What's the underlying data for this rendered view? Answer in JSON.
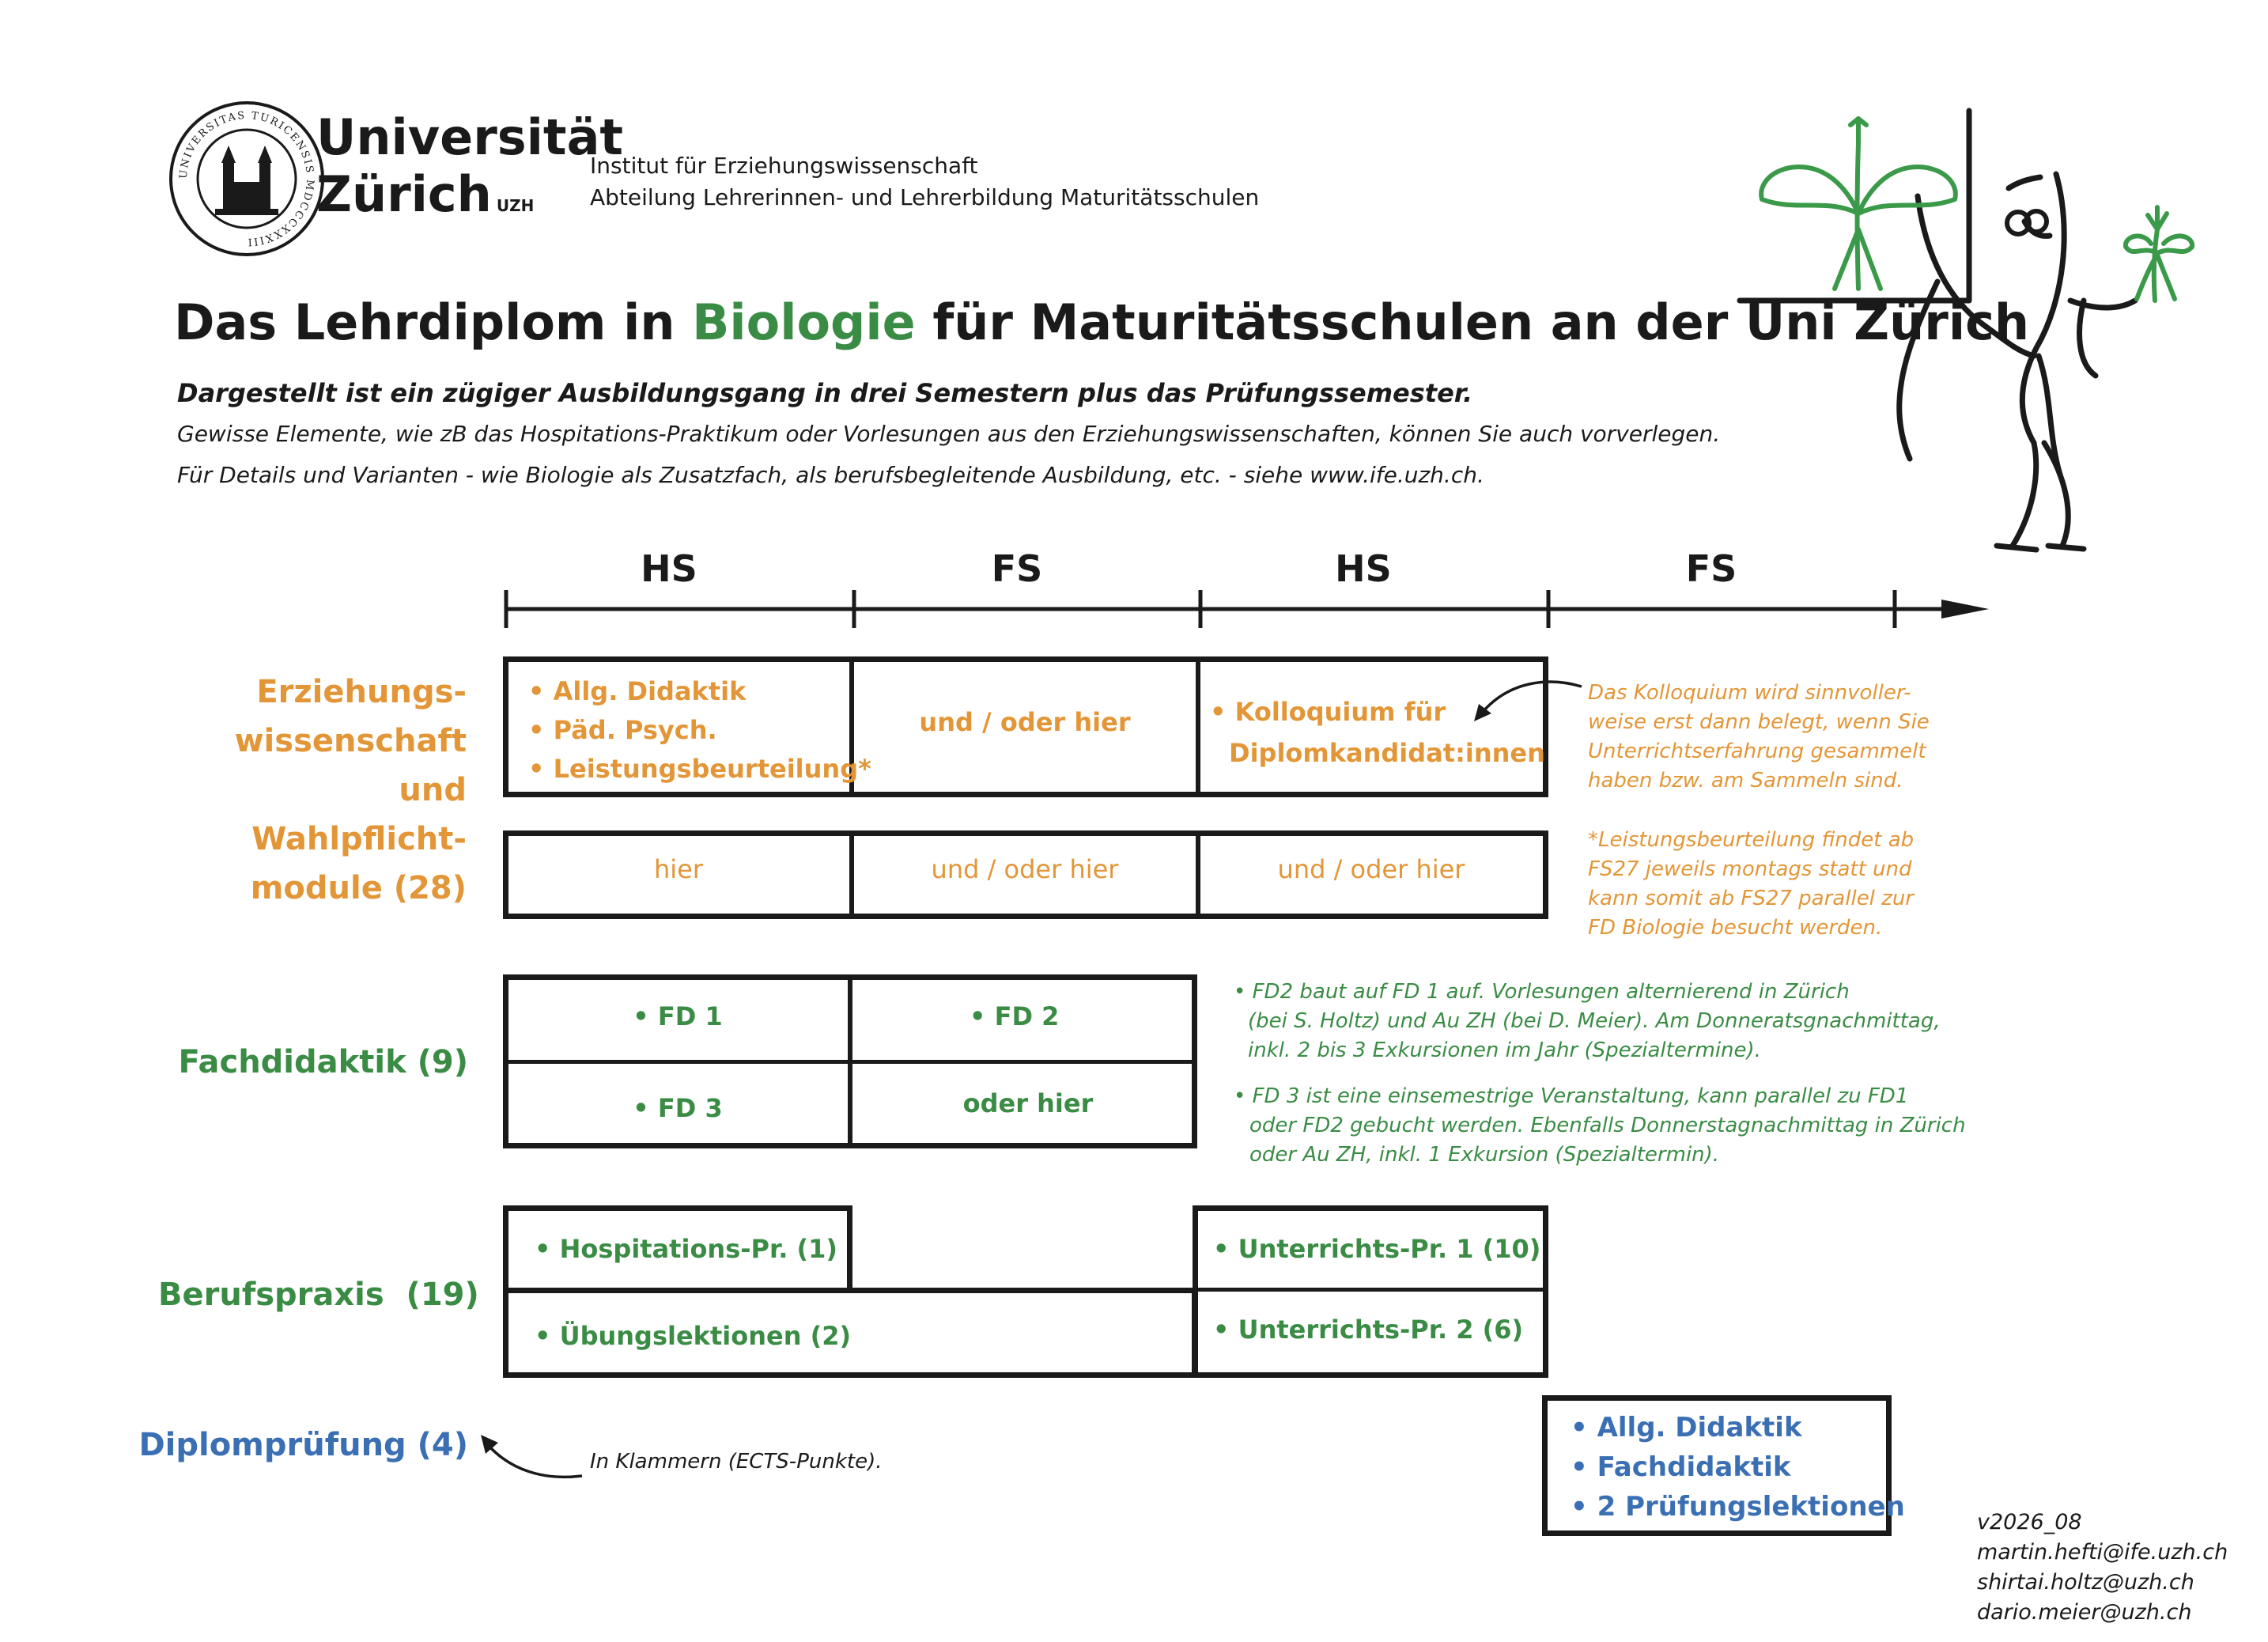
{
  "university": {
    "name_line1": "Universität",
    "name_line2": "Zürich",
    "sup": "UZH"
  },
  "seal": {
    "text": "UNIVERSITAS TURICENSIS MDCCCXXXIII"
  },
  "institute": {
    "line1": "Institut für Erziehungswissenschaft",
    "line2": "Abteilung Lehrerinnen- und Lehrerbildung Maturitätsschulen"
  },
  "title": {
    "pre": "Das Lehrdiplom in ",
    "highlight": "Biologie",
    "post": " für Maturitätsschulen an der Uni Zürich"
  },
  "subtitle": "Dargestellt ist ein zügiger Ausbildungsgang in drei Semestern plus das Prüfungssemester.",
  "info1": "Gewisse Elemente, wie zB das Hospitations-Praktikum oder Vorlesungen aus den Erziehungswissenschaften, können Sie auch vorverlegen.",
  "info2": "Für Details und Varianten - wie Biologie als Zusatzfach, als berufsbegleitende Ausbildung, etc. - siehe www.ife.uzh.ch.",
  "timeline": [
    "HS",
    "FS",
    "HS",
    "FS"
  ],
  "rows": {
    "ew": {
      "l1": "Erziehungs-",
      "l2": "wissenschaft",
      "l3": "und",
      "l4": "Wahlpflicht-",
      "l5": "module (28)"
    },
    "fd": "Fachdidaktik (9)",
    "bp": "Berufspraxis  (19)",
    "dp": "Diplomprüfung (4)"
  },
  "ew_box1": {
    "c1": [
      "• Allg. Didaktik",
      "• Päd. Psych.",
      "• Leistungsbeurteilung*"
    ],
    "c2": "und / oder hier",
    "c3a": "• Kolloquium für",
    "c3b": "Diplomkandidat:innen"
  },
  "ew_box2": {
    "c1": "hier",
    "c2": "und / oder hier",
    "c3": "und / oder hier"
  },
  "fd_box": {
    "fd1": "• FD 1",
    "fd2": "• FD 2",
    "fd3": "• FD 3",
    "alt": "oder hier"
  },
  "bp_box": {
    "hosp": "• Hospitations-Pr. (1)",
    "uebung": "• Übungslektionen (2)",
    "up1": "• Unterrichts-Pr. 1 (10)",
    "up2": "• Unterrichts-Pr. 2 (6)"
  },
  "dp_box": [
    "• Allg. Didaktik",
    "• Fachdidaktik",
    "• 2 Prüfungslektionen"
  ],
  "notes": {
    "kolloquium": [
      "Das Kolloquium wird sinnvoller-",
      "weise erst dann belegt, wenn Sie",
      "Unterrichtserfahrung gesammelt",
      "haben bzw. am Sammeln sind."
    ],
    "leistung": [
      "*Leistungsbeurteilung findet ab",
      "FS27 jeweils montags statt und",
      "kann somit ab FS27 parallel zur",
      "FD Biologie besucht werden."
    ],
    "fd2": [
      "•    FD2 baut auf FD 1 auf. Vorlesungen alternierend in Zürich",
      "(bei S. Holtz) und Au ZH (bei D. Meier). Am Donneratsgnachmittag,",
      "inkl. 2 bis 3 Exkursionen im Jahr (Spezialtermine)."
    ],
    "fd3": [
      "•   FD 3 ist eine einsemestrige Veranstaltung, kann parallel zu FD1",
      "oder FD2 gebucht werden. Ebenfalls Donnerstagnachmittag in Zürich",
      "oder Au ZH, inkl. 1 Exkursion (Spezialtermin)."
    ],
    "ects": "In Klammern (ECTS-Punkte)."
  },
  "footer": {
    "version": "v2026_08",
    "emails": [
      "martin.hefti@ife.uzh.ch",
      "shirtai.holtz@uzh.ch",
      "dario.meier@uzh.ch"
    ]
  },
  "colors": {
    "orange": "#e39637",
    "green": "#3a8c45",
    "blue": "#3b6fb4",
    "ink": "#1a1a1a"
  }
}
